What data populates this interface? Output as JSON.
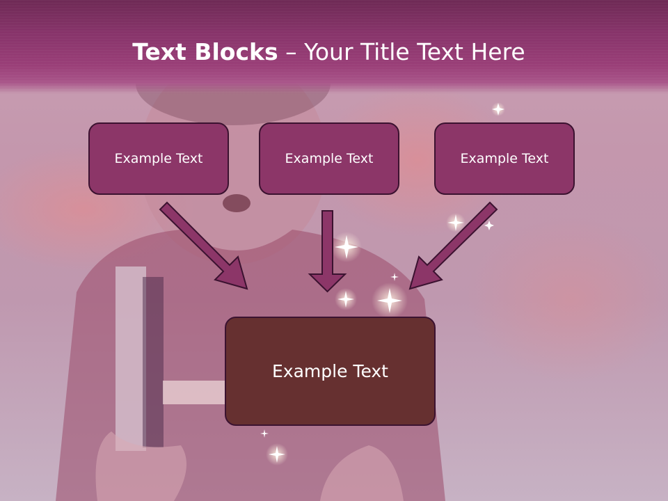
{
  "slide": {
    "title_bold": "Text Blocks",
    "title_separator": " – ",
    "title_rest": "Your Title Text Here"
  },
  "blocks": {
    "top": [
      {
        "label": "Example Text"
      },
      {
        "label": "Example Text"
      },
      {
        "label": "Example Text"
      }
    ],
    "bottom": {
      "label": "Example Text"
    }
  },
  "colors": {
    "title_band": "#87346a",
    "small_box": "#8c3668",
    "big_box": "#663030",
    "arrow": "#8c3668",
    "border": "#3b1230",
    "text": "#ffffff"
  }
}
